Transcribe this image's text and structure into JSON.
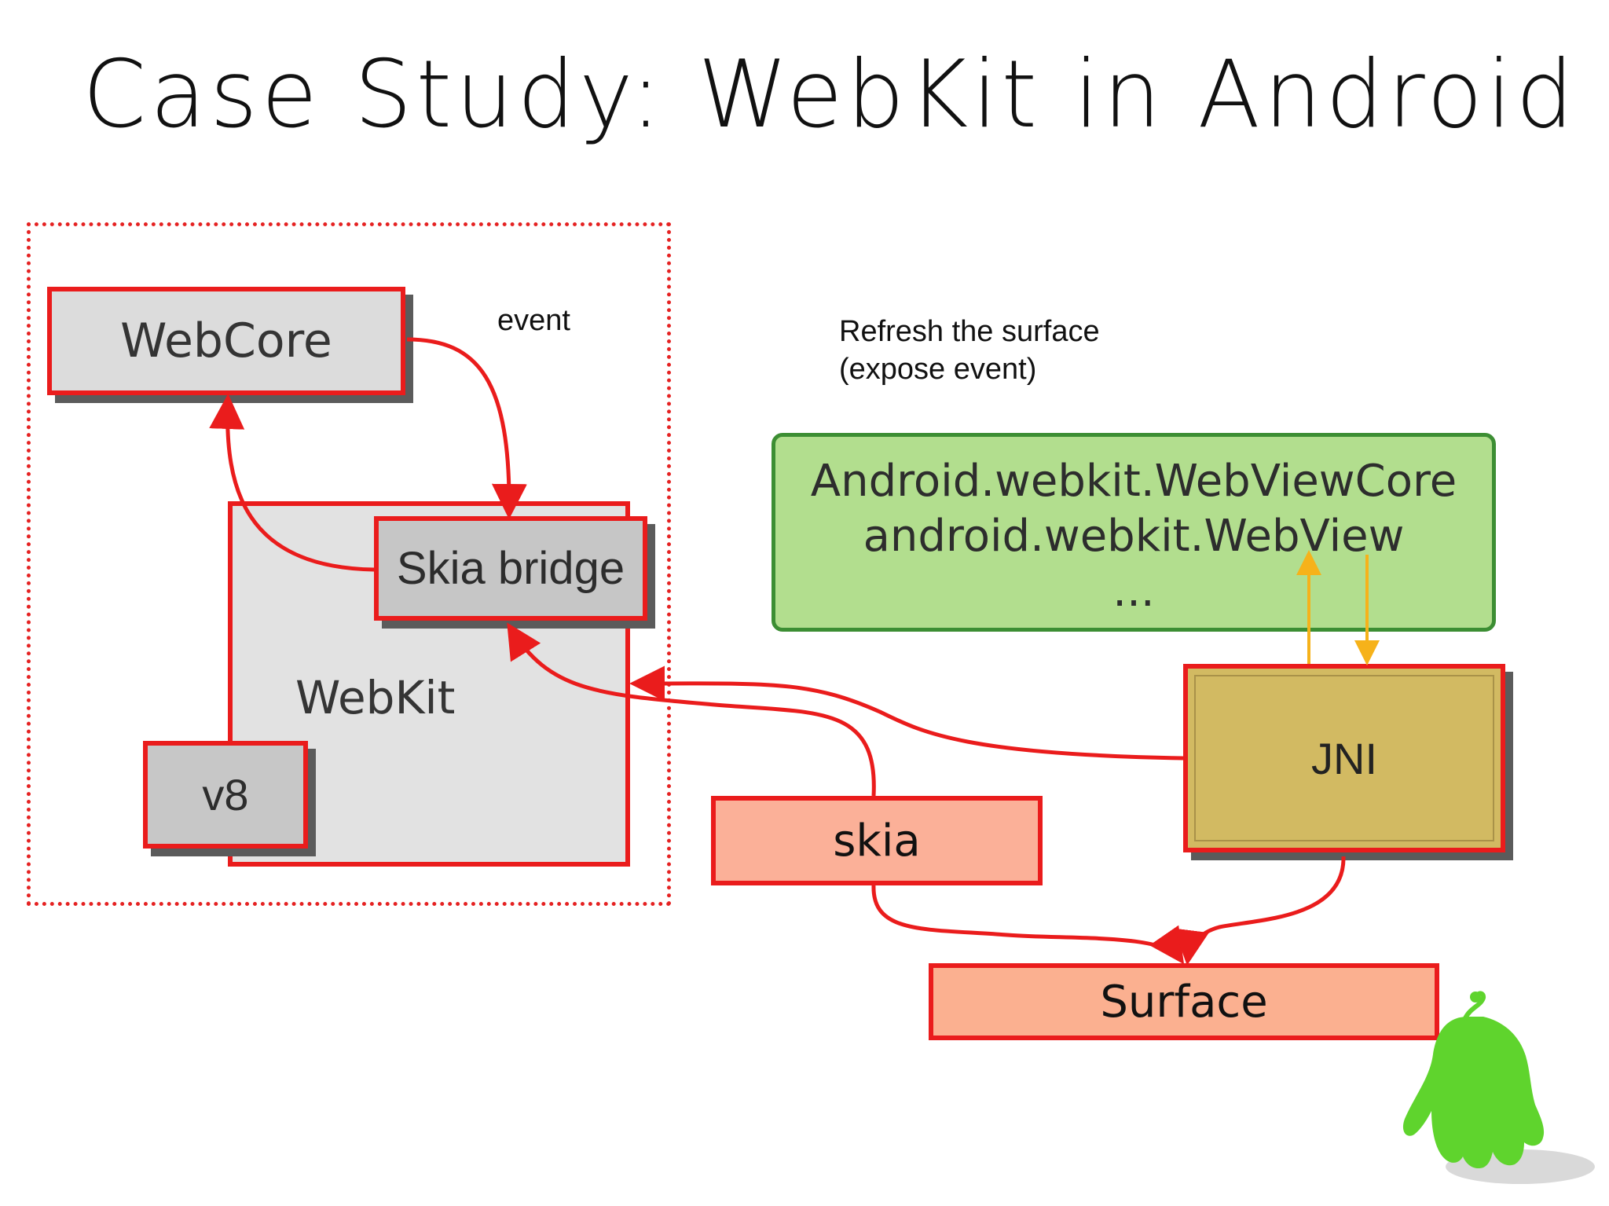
{
  "slide": {
    "title": "Case Study: WebKit in Android"
  },
  "diagram": {
    "labels": {
      "event": "event",
      "refresh_line1": "Refresh the surface",
      "refresh_line2": "(expose event)"
    },
    "nodes": {
      "webcore": "WebCore",
      "skia_bridge": "Skia bridge",
      "webkit": "WebKit",
      "v8": "v8",
      "skia": "skia",
      "surface": "Surface",
      "jni": "JNI",
      "android_line1": "Android.webkit.WebViewCore",
      "android_line2": "android.webkit.WebView",
      "android_line3": "..."
    },
    "colors": {
      "connector": "#ea1c1c",
      "java_link": "#f6b21a",
      "java_box": "#b2de8e",
      "jni_box": "#d2ba62",
      "native_box": "#fbb098"
    },
    "icons": {
      "mascot": "android-mascot-icon"
    }
  }
}
